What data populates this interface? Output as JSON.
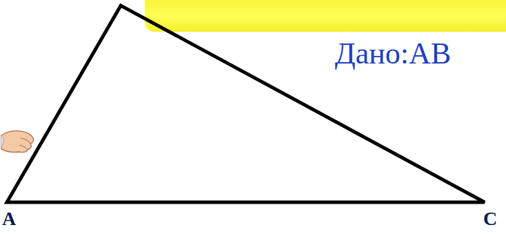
{
  "diagram": {
    "labels": [
      "Дано:АВ",
      "A",
      "C"
    ]
  }
}
